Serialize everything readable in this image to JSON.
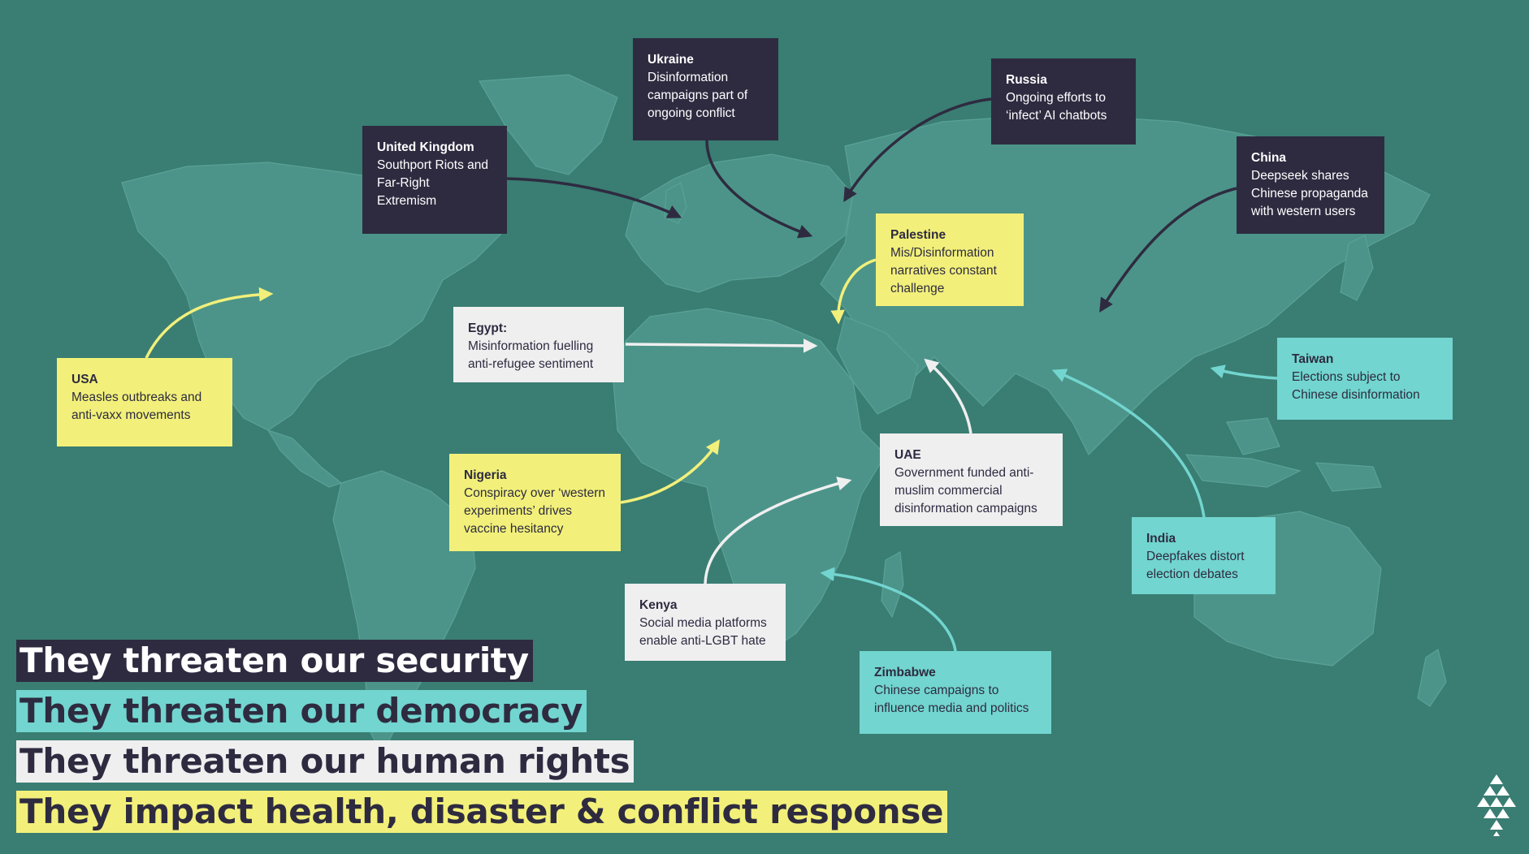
{
  "callouts": {
    "ukraine": {
      "title": "Ukraine",
      "body": "Disinformation campaigns part of ongoing conflict"
    },
    "russia": {
      "title": "Russia",
      "body": "Ongoing efforts to ‘infect’ AI chatbots"
    },
    "uk": {
      "title": "United Kingdom",
      "body": "Southport Riots and Far-Right Extremism"
    },
    "china": {
      "title": "China",
      "body": "Deepseek shares Chinese propaganda with western users"
    },
    "palestine": {
      "title": "Palestine",
      "body": "Mis/Disinformation narratives constant challenge"
    },
    "egypt": {
      "title": "Egypt:",
      "body": "Misinformation fuelling anti-refugee sentiment"
    },
    "usa": {
      "title": "USA",
      "body": "Measles outbreaks and anti-vaxx movements"
    },
    "taiwan": {
      "title": "Taiwan",
      "body": "Elections subject to Chinese disinformation"
    },
    "uae": {
      "title": "UAE",
      "body": "Government funded anti-muslim commercial disinformation campaigns"
    },
    "nigeria": {
      "title": "Nigeria",
      "body": "Conspiracy over ‘western experiments’ drives vaccine hesitancy"
    },
    "india": {
      "title": "India",
      "body": "Deepfakes distort election debates"
    },
    "kenya": {
      "title": "Kenya",
      "body": "Social media platforms enable anti-LGBT hate"
    },
    "zimbabwe": {
      "title": "Zimbabwe",
      "body": "Chinese campaigns to influence media and politics"
    }
  },
  "headlines": {
    "security": "They threaten our security",
    "democracy": "They threaten our democracy",
    "rights": "They threaten our human rights",
    "health": "They impact health, disaster & conflict response"
  },
  "colors": {
    "background": "#3a7d73",
    "land": "#4c9489",
    "dark": "#2e2b40",
    "yellow": "#f2f07a",
    "white": "#efeff0",
    "teal": "#72d5cf"
  },
  "icons": {
    "logo": "triangle-cluster-logo-icon"
  }
}
